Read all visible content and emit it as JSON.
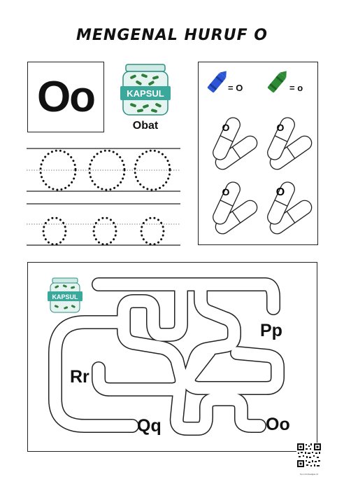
{
  "title": "MENGENAL HURUF O",
  "letter_display": "Oo",
  "jar": {
    "label": "KAPSUL",
    "word": "Obat"
  },
  "crayon_legend": [
    {
      "color": "#2c55d6",
      "equals": "= O"
    },
    {
      "color": "#2f8a36",
      "equals": "= o"
    }
  ],
  "capsule_letters": [
    "O",
    "O",
    "O",
    "O"
  ],
  "maze": {
    "jar_label": "KAPSUL",
    "letters": {
      "pp": "Pp",
      "rr": "Rr",
      "qq": "Qq",
      "oo": "Oo"
    }
  },
  "footer": {
    "site": "tsi.com/belajar.id"
  },
  "colors": {
    "jar_green": "#3aa89a",
    "capsule_green": "#2e7d3a",
    "ink": "#111111"
  }
}
